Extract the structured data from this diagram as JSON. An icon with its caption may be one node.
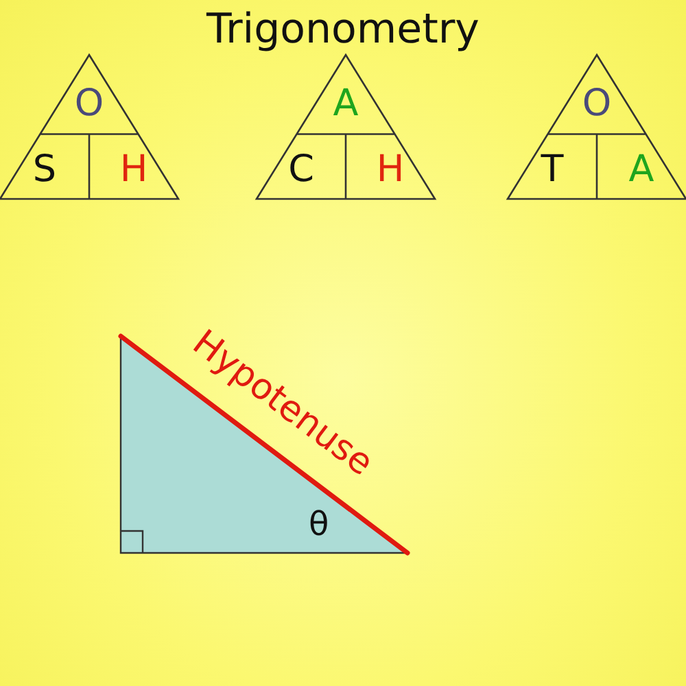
{
  "diagram": {
    "title": "Trigonometry",
    "nodes": [
      {
        "text": [
          "O",
          "S",
          "H"
        ]
      },
      {
        "text": [
          "A",
          "C",
          "H"
        ]
      },
      {
        "text": [
          "O",
          "T",
          "A"
        ]
      },
      {
        "text": [
          "θ"
        ],
        "beside": [
          "Hypotenuse"
        ]
      }
    ]
  }
}
